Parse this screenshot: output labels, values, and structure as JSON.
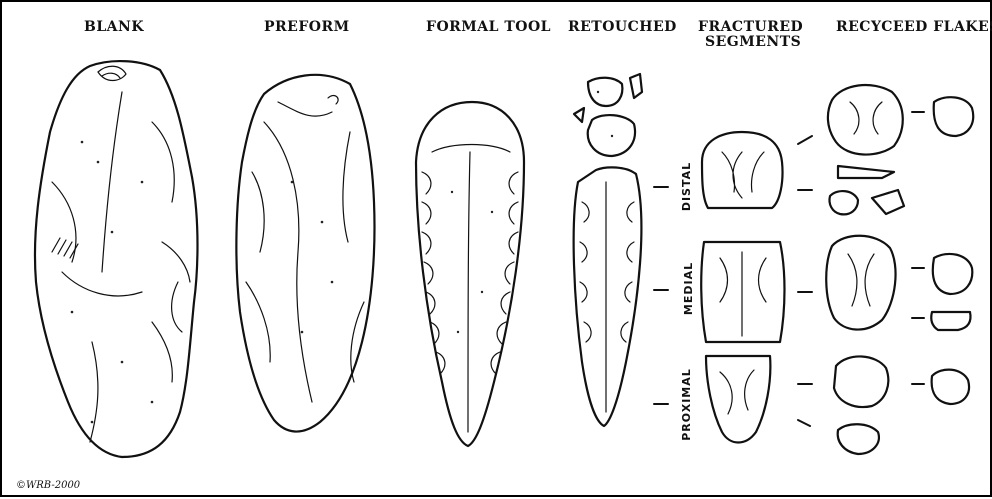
{
  "headers": {
    "blank": "BLANK",
    "preform": "PREFORM",
    "formal_tool": "FORMAL TOOL",
    "retouched": "RETOUCHED",
    "fractured_line1": "FRACTURED",
    "fractured_line2": "SEGMENTS",
    "recycled": "RECYCEED FLAKES"
  },
  "segment_labels": {
    "distal": "DISTAL",
    "medial": "MEDIAL",
    "proximal": "PROXIMAL"
  },
  "copyright": "©WRB-2000"
}
